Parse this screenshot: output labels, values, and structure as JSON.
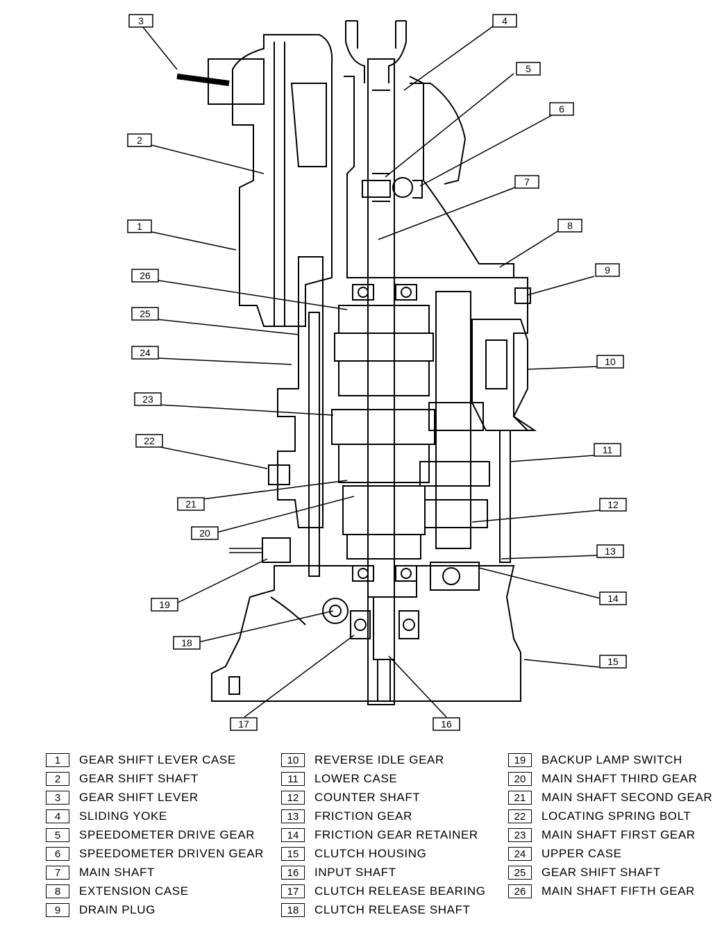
{
  "legend": [
    {
      "num": "1",
      "label": "GEAR SHIFT LEVER CASE"
    },
    {
      "num": "2",
      "label": "GEAR SHIFT SHAFT"
    },
    {
      "num": "3",
      "label": "GEAR SHIFT LEVER"
    },
    {
      "num": "4",
      "label": "SLIDING YOKE"
    },
    {
      "num": "5",
      "label": "SPEEDOMETER DRIVE GEAR"
    },
    {
      "num": "6",
      "label": "SPEEDOMETER DRIVEN GEAR"
    },
    {
      "num": "7",
      "label": "MAIN SHAFT"
    },
    {
      "num": "8",
      "label": "EXTENSION CASE"
    },
    {
      "num": "9",
      "label": "DRAIN PLUG"
    },
    {
      "num": "10",
      "label": "REVERSE IDLE GEAR"
    },
    {
      "num": "11",
      "label": "LOWER CASE"
    },
    {
      "num": "12",
      "label": "COUNTER SHAFT"
    },
    {
      "num": "13",
      "label": "FRICTION GEAR"
    },
    {
      "num": "14",
      "label": "FRICTION GEAR RETAINER"
    },
    {
      "num": "15",
      "label": "CLUTCH HOUSING"
    },
    {
      "num": "16",
      "label": "INPUT SHAFT"
    },
    {
      "num": "17",
      "label": "CLUTCH RELEASE BEARING"
    },
    {
      "num": "18",
      "label": "CLUTCH RELEASE SHAFT"
    },
    {
      "num": "19",
      "label": "BACKUP LAMP SWITCH"
    },
    {
      "num": "20",
      "label": "MAIN SHAFT THIRD GEAR"
    },
    {
      "num": "21",
      "label": "MAIN SHAFT SECOND GEAR"
    },
    {
      "num": "22",
      "label": "LOCATING SPRING BOLT"
    },
    {
      "num": "23",
      "label": "MAIN SHAFT FIRST GEAR"
    },
    {
      "num": "24",
      "label": "UPPER CASE"
    },
    {
      "num": "25",
      "label": "GEAR SHIFT SHAFT"
    },
    {
      "num": "26",
      "label": "MAIN SHAFT FIFTH GEAR"
    }
  ],
  "callouts": [
    "3",
    "4",
    "5",
    "6",
    "2",
    "7",
    "1",
    "8",
    "9",
    "26",
    "25",
    "24",
    "10",
    "23",
    "22",
    "11",
    "12",
    "21",
    "20",
    "13",
    "19",
    "14",
    "18",
    "15",
    "17",
    "16"
  ]
}
